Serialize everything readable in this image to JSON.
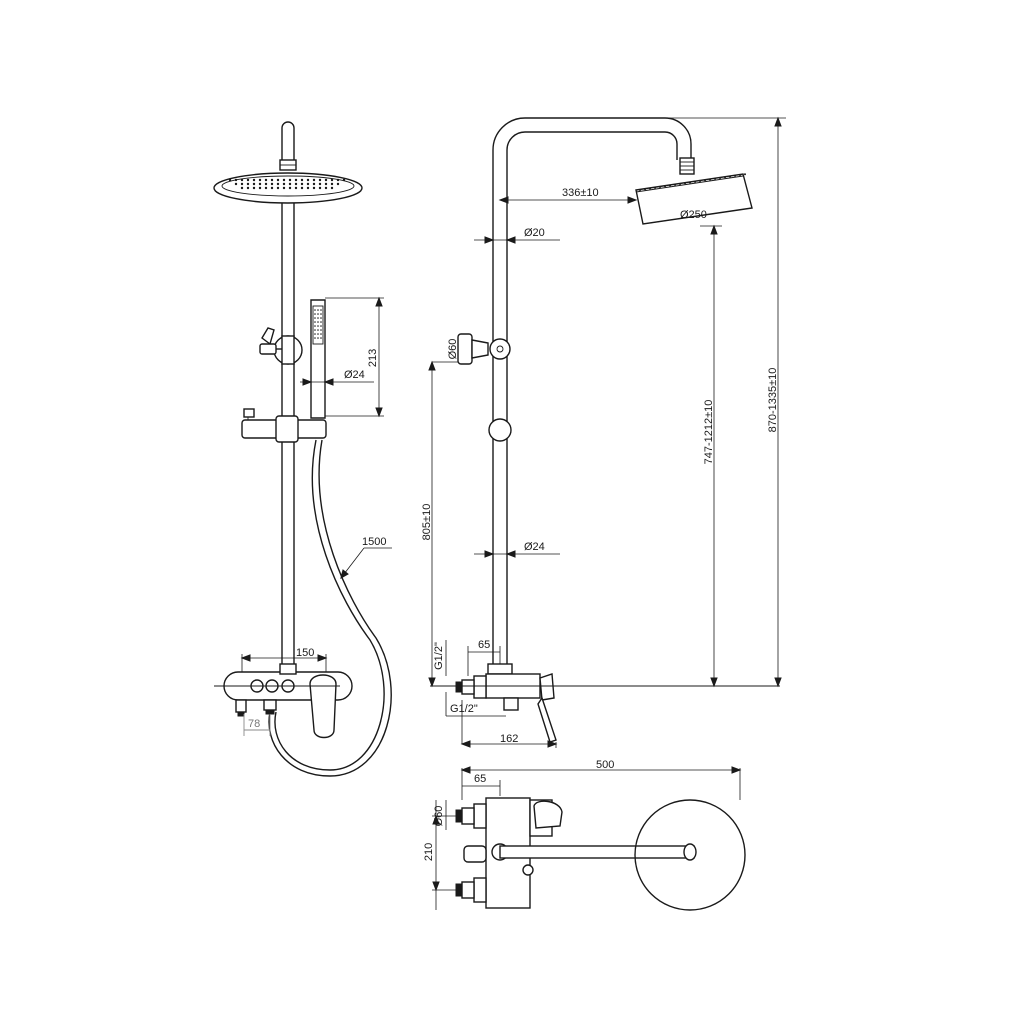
{
  "drawing": {
    "front_view": {
      "hose_length": "1500",
      "hand_shower_length": "213",
      "hand_shower_diameter": "Ø24",
      "mixer_width": "150",
      "spout_offset": "78"
    },
    "side_view": {
      "arm_reach": "336±10",
      "head_diameter": "Ø250",
      "upper_pipe_diameter": "Ø20",
      "diverter_diameter": "Ø60",
      "lower_pipe_diameter": "Ø24",
      "mixer_to_diverter_height": "805±10",
      "height_range_inner": "747-1212±10",
      "height_range_total": "870-1335±10",
      "inlet_thread_top": "G1/2\"",
      "inlet_offset": "65",
      "inlet_thread_bottom": "G1/2\"",
      "mixer_depth": "162"
    },
    "top_view": {
      "total_projection": "500",
      "inlet_offset": "65",
      "escutcheon_diameter": "Ø60",
      "inlet_spacing": "210"
    }
  }
}
